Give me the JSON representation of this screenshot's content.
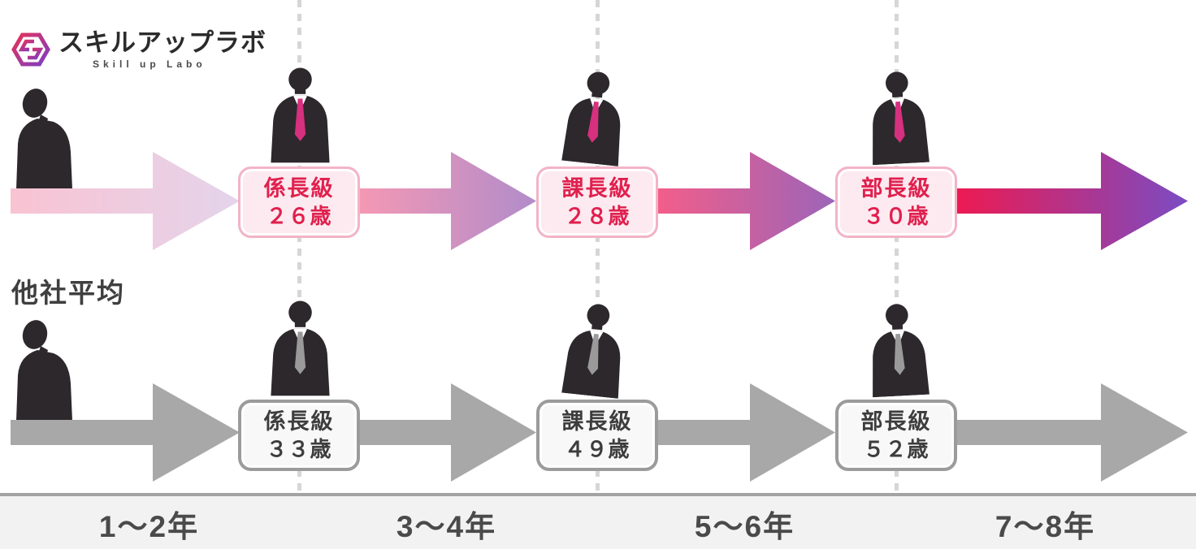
{
  "logo": {
    "title": "スキルアップラボ",
    "subtitle": "Skill up Labo"
  },
  "tracks": {
    "company": {
      "milestones": [
        {
          "title": "係長級",
          "age": "２６歳"
        },
        {
          "title": "課長級",
          "age": "２８歳"
        },
        {
          "title": "部長級",
          "age": "３０歳"
        }
      ]
    },
    "others": {
      "label": "他社平均",
      "milestones": [
        {
          "title": "係長級",
          "age": "３３歳"
        },
        {
          "title": "課長級",
          "age": "４９歳"
        },
        {
          "title": "部長級",
          "age": "５２歳"
        }
      ]
    }
  },
  "axis": {
    "labels": [
      "1〜2年",
      "3〜4年",
      "5〜6年",
      "7〜8年"
    ]
  },
  "icons": {
    "logo_mark": "hexagon-s-logo-icon",
    "persons": [
      "person-thinking-icon",
      "person-standing-icon",
      "person-checking-watch-icon",
      "person-arms-crossed-icon"
    ]
  },
  "colors": {
    "accent_red": "#e0204e",
    "box_pink_bg": "#fdeaf0",
    "box_pink_border": "#f3b3c6",
    "box_gray_border": "#9b9b9b",
    "box_gray_text": "#3d3d3d",
    "arrow1_start": "#f9c3d2",
    "arrow1_end": "#e4d4eb",
    "arrow2_start": "#f498b4",
    "arrow2_end": "#b18cca",
    "arrow3_start": "#f25e8a",
    "arrow3_end": "#9c64b8",
    "arrow4_start": "#ec1a52",
    "arrow4_end": "#7a4cc3",
    "arrow_gray": "#a8a8a8",
    "tie_pink": "#d6307f",
    "tie_gray": "#9a9a9a",
    "logo_gradient_start": "#e6315b",
    "logo_gradient_end": "#7b3fc4"
  }
}
